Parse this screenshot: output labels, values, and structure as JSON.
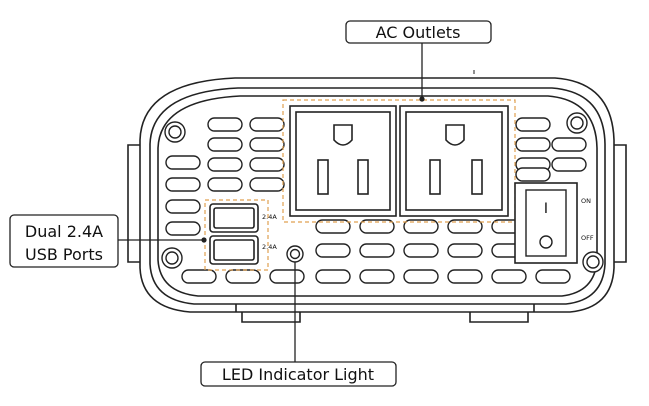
{
  "callouts": {
    "ac_outlets": "AC Outlets",
    "usb_ports_line1": "Dual 2.4A",
    "usb_ports_line2": "USB Ports",
    "led_indicator": "LED Indicator Light"
  },
  "usb_ratings": {
    "top": "2.4A",
    "bottom": "2.4A"
  },
  "power_switch": {
    "on_label": "ON",
    "off_label": "OFF",
    "on_symbol": "I",
    "off_symbol": "O"
  },
  "colors": {
    "outline": "#222222",
    "highlight_dash": "#e0a050"
  }
}
